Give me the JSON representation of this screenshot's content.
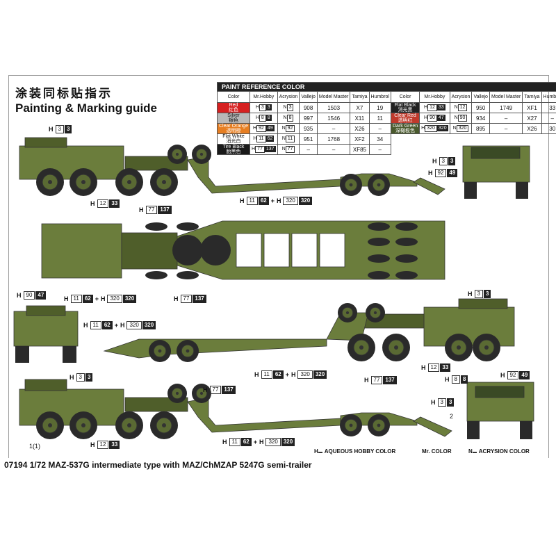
{
  "titles": {
    "cn": "涂装同标贴指示",
    "en": "Painting & Marking guide"
  },
  "footer": "07194 1/72 MAZ-537G intermediate type with MAZ/ChMZAP 5247G semi-trailer",
  "table": {
    "header": "PAINT REFERENCE COLOR",
    "col_headers": [
      "Color",
      "Mr.Hobby",
      "Acrysion",
      "Vallejo",
      "Model Master",
      "Tamiya",
      "Humbrol"
    ],
    "left": [
      {
        "en": "Red",
        "cn": "红色",
        "color": "#d62020",
        "h": "3",
        "hb": "3",
        "n": "3",
        "vallejo": "908",
        "mm": "1503",
        "tamiya": "X7",
        "humbrol": "19"
      },
      {
        "en": "Silver",
        "cn": "银色",
        "color": "#b8b8b8",
        "h": "8",
        "hb": "8",
        "n": "8",
        "vallejo": "997",
        "mm": "1546",
        "tamiya": "X11",
        "humbrol": "11"
      },
      {
        "en": "Clear Orange",
        "cn": "透明橙",
        "color": "#e67e22",
        "h": "92",
        "hb": "49",
        "n": "92",
        "vallejo": "935",
        "mm": "–",
        "tamiya": "X26",
        "humbrol": "–"
      },
      {
        "en": "Flat White",
        "cn": "消光白",
        "color": "#ffffff",
        "h": "11",
        "hb": "62",
        "n": "11",
        "vallejo": "951",
        "mm": "1768",
        "tamiya": "XF2",
        "humbrol": "34"
      },
      {
        "en": "Tire Black",
        "cn": "胎黑色",
        "color": "#1a1a1a",
        "h": "77",
        "hb": "137",
        "n": "77",
        "vallejo": "–",
        "mm": "–",
        "tamiya": "XF85",
        "humbrol": "–"
      }
    ],
    "right": [
      {
        "en": "Flat Black",
        "cn": "消光黑",
        "color": "#222222",
        "h": "12",
        "hb": "33",
        "n": "12",
        "vallejo": "950",
        "mm": "1749",
        "tamiya": "XF1",
        "humbrol": "33"
      },
      {
        "en": "Clear Red",
        "cn": "透明红",
        "color": "#c0392b",
        "h": "90",
        "hb": "47",
        "n": "90",
        "vallejo": "934",
        "mm": "–",
        "tamiya": "X27",
        "humbrol": "–"
      },
      {
        "en": "Dark Green",
        "cn": "深橄榄色",
        "color": "#4a5a2e",
        "h": "320",
        "hb": "320",
        "n": "320",
        "vallejo": "895",
        "mm": "–",
        "tamiya": "X26",
        "humbrol": "30"
      }
    ]
  },
  "callouts": {
    "h3": "3",
    "h12": "12",
    "h12b": "33",
    "h77": "77",
    "h77b": "137",
    "h11": "11",
    "h11b": "62",
    "h320": "320",
    "h320b": "320",
    "h92": "92",
    "h92b": "49",
    "h90": "90",
    "h90b": "47",
    "h8": "8",
    "h8b": "8",
    "H": "H",
    "plus": "+",
    "two": "2",
    "oneone": "1(1)"
  },
  "legend": {
    "aqueous": "AQUEOUS HOBBY COLOR",
    "mr": "Mr. COLOR",
    "acry": "ACRYSION COLOR",
    "h": "H",
    "n": "N"
  },
  "colors": {
    "olive": "#6b7d3c",
    "olive_dark": "#4f5e2a",
    "tire": "#2a2a2a",
    "hub": "#5a6a33"
  }
}
